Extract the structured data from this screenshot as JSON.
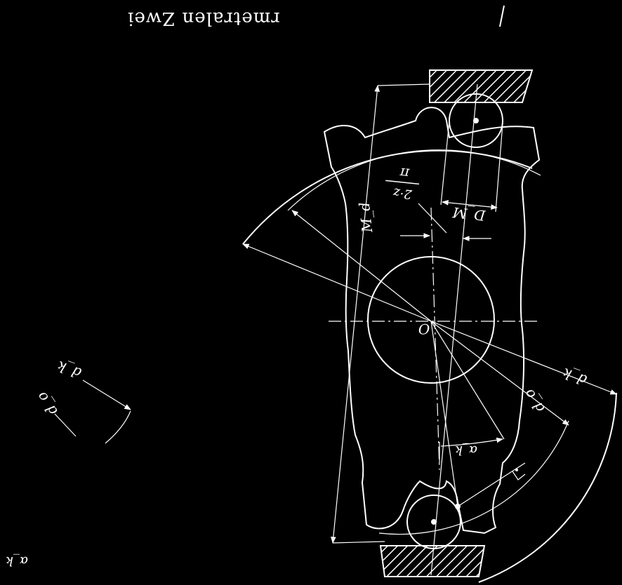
{
  "caption": "rmetralen Zwei",
  "labels": {
    "center": "O",
    "measure_diameter": "M_d",
    "pin_diameter": "D_M",
    "fraction_top": "π",
    "fraction_bottom": "2·z",
    "d_k": "d_k",
    "d_o": "d_o",
    "alpha_k": "α_k"
  },
  "legend": {
    "d_k": "d_k",
    "d_o": "d_o",
    "alpha_k": "α_k"
  }
}
